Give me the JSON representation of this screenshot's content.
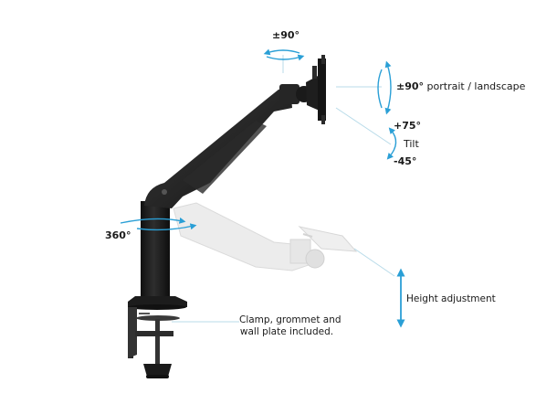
{
  "colors": {
    "background": "#ffffff",
    "arm_dark": "#222222",
    "arm_ghost": "#e4e4e4",
    "accent_arrow": "#2a9fd6",
    "leader_line": "#b8dbe9",
    "text": "#1a1a1a"
  },
  "labels": {
    "swivel_top": "±90°",
    "rotation_value": "±90°",
    "rotation_text": " portrait / landscape",
    "tilt_up": "+75°",
    "tilt_word": "Tilt",
    "tilt_down": "-45°",
    "base_swivel": "360°",
    "height": "Height adjustment",
    "clamp_line1": "Clamp, grommet and",
    "clamp_line2": "wall plate included."
  },
  "icons": {
    "swivel": "curved-double-arrow-horizontal",
    "rotation": "curved-double-arrow-vertical",
    "tilt": "curved-double-arrow-tilt",
    "base_rotation": "curved-double-arrow-horizontal",
    "height": "straight-double-arrow-vertical"
  }
}
